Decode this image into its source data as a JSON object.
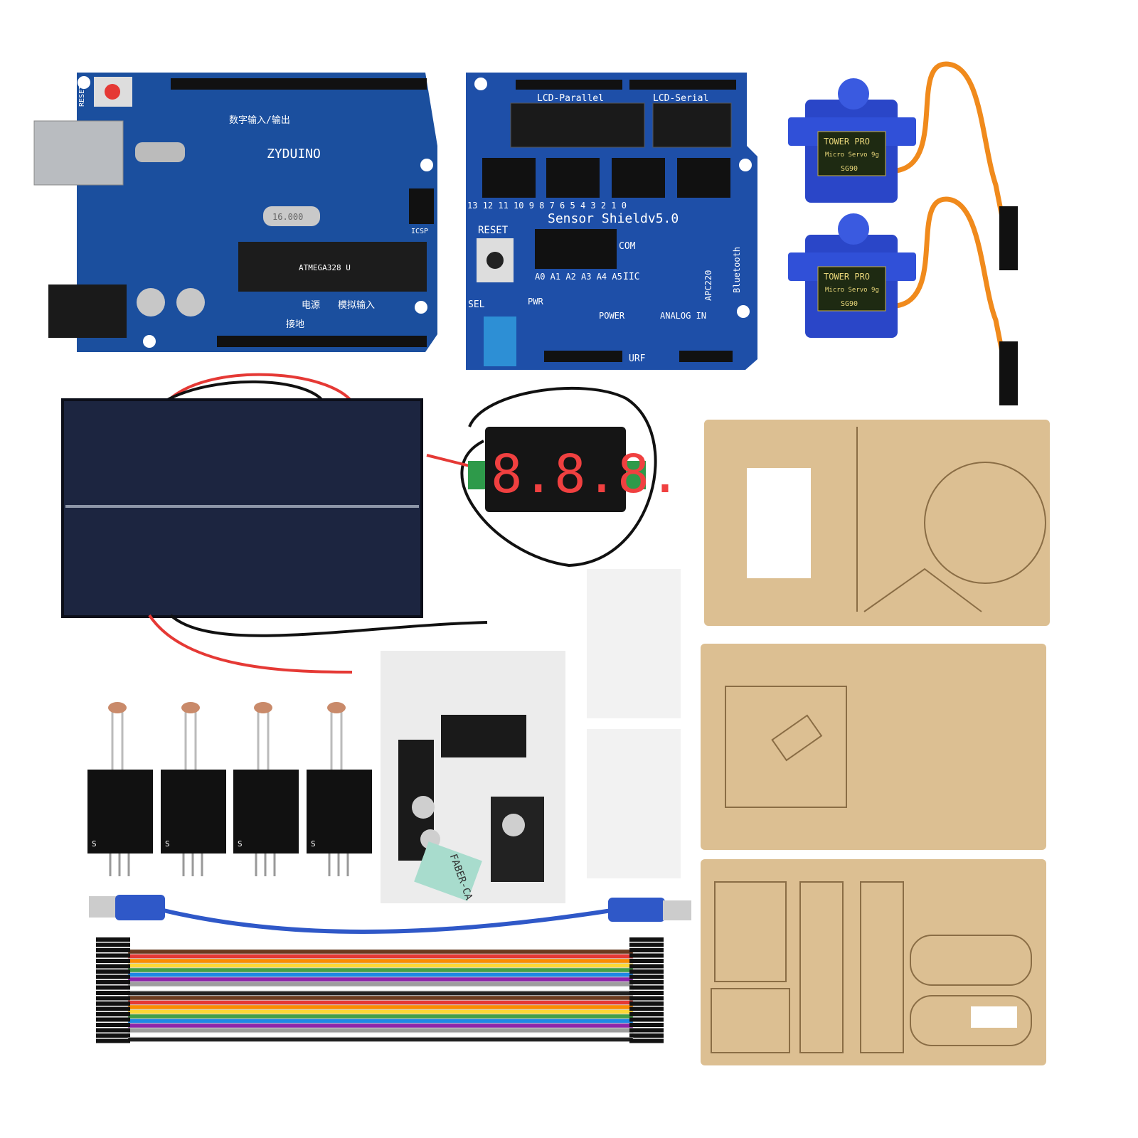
{
  "uno_board": {
    "brand": "ZYDUINO",
    "reset_label": "RESET",
    "digital_label": "数字输入/输出",
    "power_label": "电源",
    "analog_label": "模拟输入",
    "gnd_label": "接地",
    "icsp_label": "ICSP",
    "chip_text": "ATMEGA328 U",
    "crystal_text": "16.000"
  },
  "sensor_shield": {
    "title": "Sensor Shieldv5.0",
    "lcd_parallel": "LCD-Parallel",
    "lcd_serial": "LCD-Serial",
    "reset_label": "RESET",
    "apc_label": "APC220",
    "bluetooth_label": "Bluetooth",
    "power_label": "POWER",
    "analog_label": "ANALOG IN",
    "pwr_label": "PWR",
    "sel_label": "SEL",
    "iic_label": "IIC",
    "com_label": "COM",
    "urf_label": "URF",
    "pin_numbers": "13 12  11 10 9 8   7 6 5 4   3 2 1 0",
    "analog_pins": "A0 A1 A2 A3 A4 A5"
  },
  "servos": [
    {
      "brand": "TOWER PRO",
      "model_line": "Micro Servo 9g",
      "model": "SG90"
    },
    {
      "brand": "TOWER PRO",
      "model_line": "Micro Servo 9g",
      "model": "SG90"
    }
  ],
  "voltmeter": {
    "display": "8.8.8."
  },
  "ldr_modules": [
    {
      "pin_label": "S"
    },
    {
      "pin_label": "S"
    },
    {
      "pin_label": "S"
    },
    {
      "pin_label": "S"
    }
  ],
  "hardware_bag": {
    "sticker_text": "FABER-CA"
  },
  "colors": {
    "pcb_blue": "#1b4f9e",
    "shield_blue": "#1e4fa8",
    "solar": "#1c2540",
    "acrylic": "#dcbf92",
    "servo_blue": "#2a46c8",
    "wire_orange": "#f08a1c"
  },
  "ribbon_colors": [
    "#6b3b1f",
    "#e53935",
    "#fb8c00",
    "#fdd835",
    "#43a047",
    "#1e88e5",
    "#8e24aa",
    "#9e9e9e",
    "#ffffff",
    "#222222"
  ]
}
